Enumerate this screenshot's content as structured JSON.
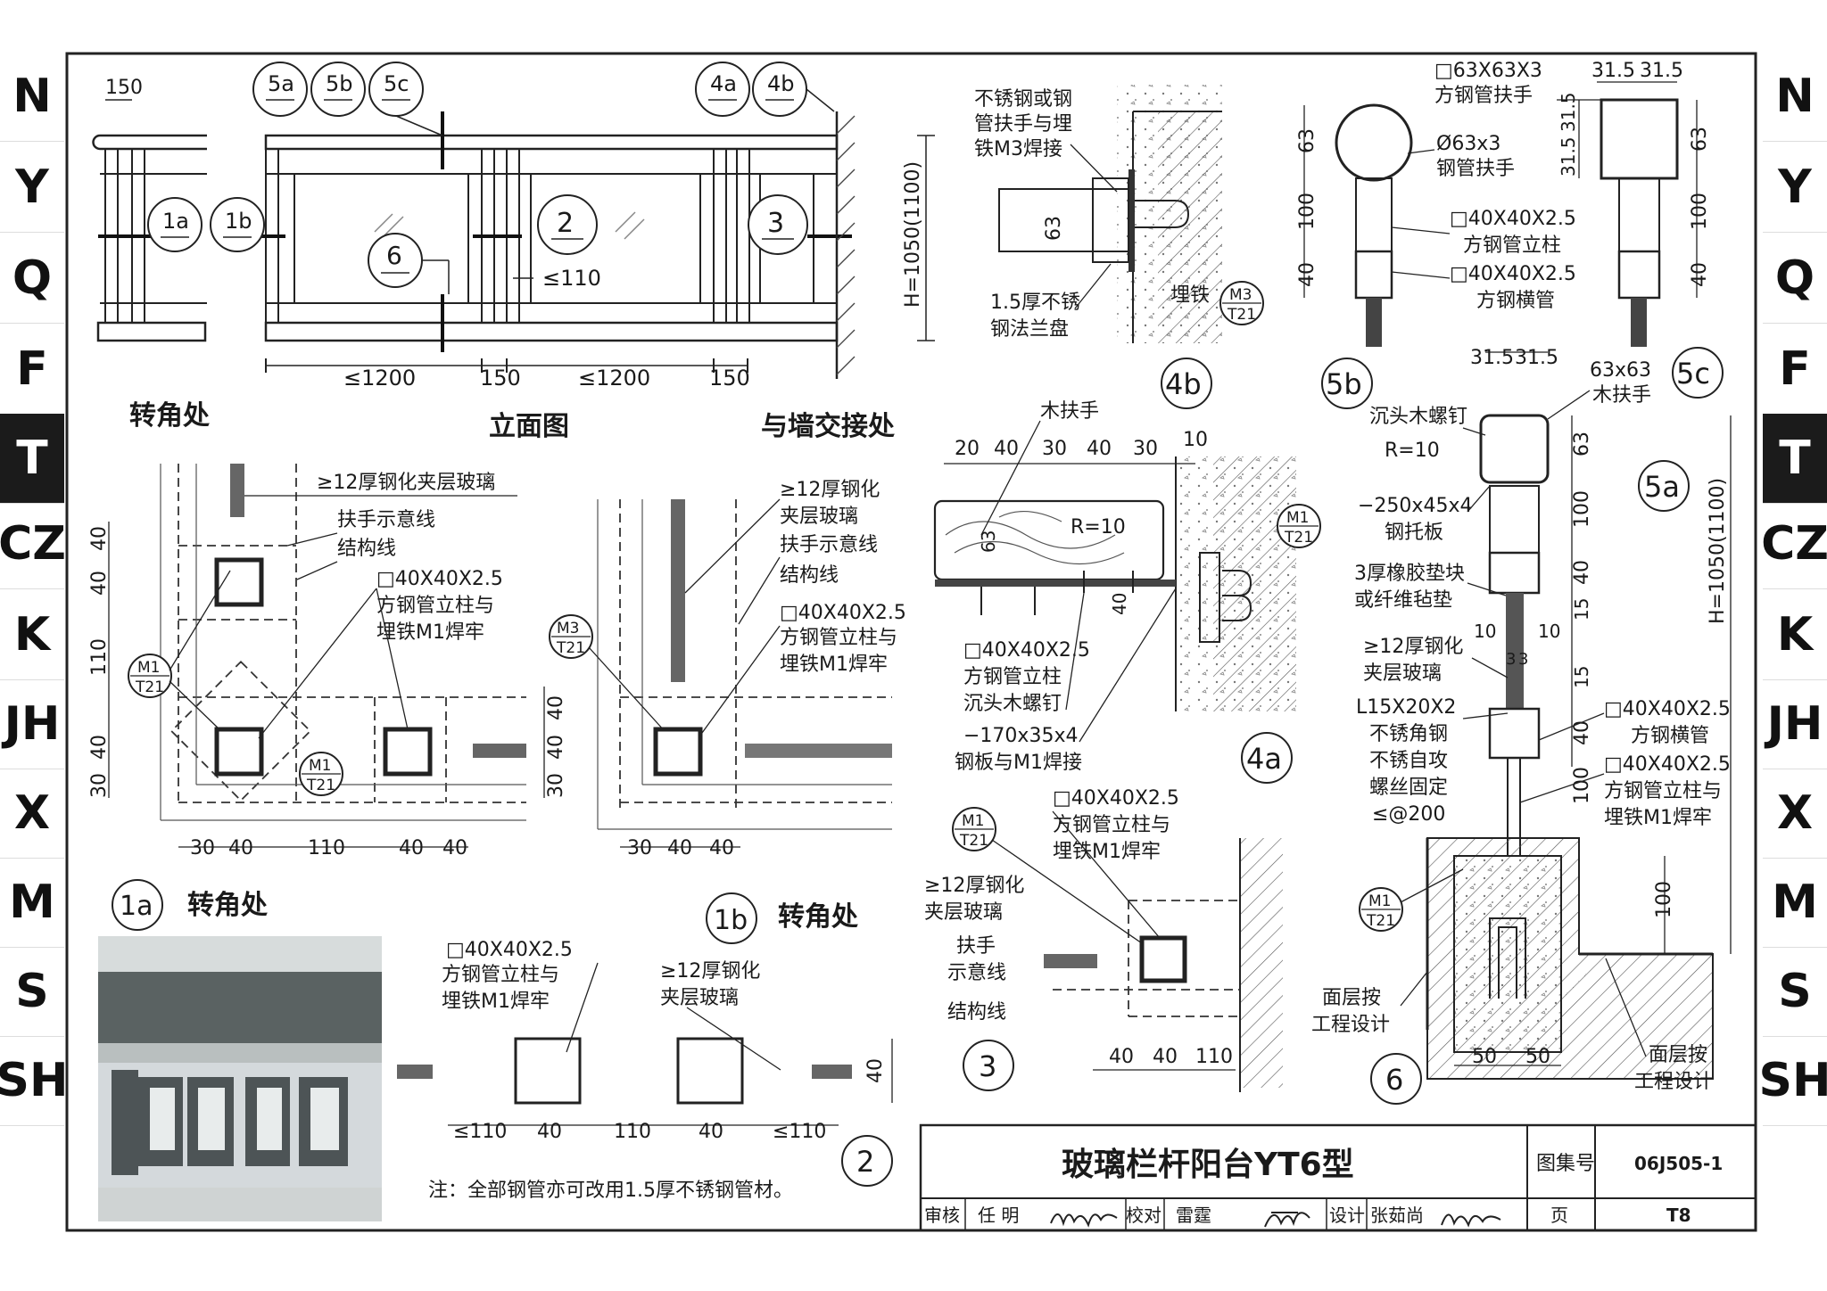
{
  "side_index": {
    "left": [
      "N",
      "Y",
      "Q",
      "F",
      "T",
      "CZ",
      "K",
      "JH",
      "X",
      "M",
      "S",
      "SH"
    ],
    "right": [
      "N",
      "Y",
      "Q",
      "F",
      "T",
      "CZ",
      "K",
      "JH",
      "X",
      "M",
      "S",
      "SH"
    ],
    "active": "T"
  },
  "elevation": {
    "corner_label": "转角处",
    "elevation_label": "立面图",
    "wall_label": "与墙交接处",
    "dim_150_top": "150",
    "dim_1200_a": "≤1200",
    "dim_150_a": "150",
    "dim_1200_b": "≤1200",
    "dim_150_b": "150",
    "dim_110": "≤110",
    "height": "H=1050(1100)",
    "bubbles": {
      "b1a": "1a",
      "b1b": "1b",
      "b2": "2",
      "b3": "3",
      "b6": "6",
      "b5a": "5a",
      "b5b": "5b",
      "b5c": "5c",
      "b4a": "4a",
      "b4b": "4b",
      "dash": "—"
    }
  },
  "detail_4b": {
    "note_handrail": [
      "不锈钢或钢",
      "管扶手与埋",
      "铁M3焊接"
    ],
    "dim_63": "63",
    "note_flange": [
      "1.5厚不锈",
      "钢法兰盘"
    ],
    "note_embed": "埋铁",
    "ref": [
      "M3",
      "T21"
    ],
    "tag": "4b"
  },
  "detail_5b": {
    "note_top": [
      "□63X63X3",
      "方钢管扶手"
    ],
    "note_round": [
      "Ø63x3",
      "钢管扶手"
    ],
    "note_post": [
      "□40X40X2.5",
      "方钢管立柱"
    ],
    "note_rail": [
      "□40X40X2.5",
      "方钢横管"
    ],
    "dims": [
      "63",
      "100",
      "40"
    ],
    "tag": "5b"
  },
  "detail_5c": {
    "dims_top": [
      "31.5",
      "31.5"
    ],
    "dims_side": [
      "31.5",
      "31.5",
      "63",
      "100",
      "40"
    ],
    "tag": "5c"
  },
  "detail_1a": {
    "notes": [
      "≥12厚钢化夹层玻璃",
      "扶手示意线",
      "结构线",
      "□40X40X2.5",
      "方钢管立柱与",
      "埋铁M1焊牢"
    ],
    "dims_left": [
      "40",
      "40",
      "110",
      "40",
      "30"
    ],
    "dims_bottom": [
      "30",
      "40",
      "110",
      "40",
      "40"
    ],
    "ref": [
      "M1",
      "T21"
    ],
    "ref2": [
      "M1",
      "T21"
    ],
    "tag": "1a",
    "label": "转角处"
  },
  "detail_1b": {
    "notes": [
      "≥12厚钢化",
      "夹层玻璃",
      "扶手示意线",
      "结构线",
      "□40X40X2.5",
      "方钢管立柱与",
      "埋铁M1焊牢"
    ],
    "dims_left": [
      "40",
      "40",
      "30"
    ],
    "dims_bottom": [
      "30",
      "40",
      "40"
    ],
    "ref": [
      "M3",
      "T21"
    ],
    "tag": "1b",
    "label": "转角处"
  },
  "detail_4a": {
    "note_wood": "木扶手",
    "dims_top": [
      "20",
      "40",
      "30",
      "40",
      "30",
      "10"
    ],
    "radius": "R=10",
    "dim_63": "63",
    "dim_40": "40",
    "ref": [
      "M1",
      "T21"
    ],
    "notes": [
      "□40X40X2.5",
      "方钢管立柱",
      "沉头木螺钉",
      "−170x35x4",
      "钢板与M1焊接"
    ],
    "tag": "4a"
  },
  "detail_5a": {
    "dims_top": [
      "31.5",
      "31.5"
    ],
    "note_wood": [
      "63x63",
      "木扶手"
    ],
    "notes": [
      "沉头木螺钉",
      "R=10",
      "−250x45x4",
      "钢托板",
      "3厚橡胶垫块",
      "或纤维毡垫",
      "≥12厚钢化",
      "夹层玻璃",
      "L15X20X2",
      "不锈角钢",
      "不锈自攻",
      "螺丝固定",
      "≤@200"
    ],
    "dims_side": [
      "63",
      "100",
      "40",
      "15",
      "15",
      "40",
      "100"
    ],
    "dims_mid": [
      "10",
      "3",
      "3",
      "10"
    ],
    "notes_right": [
      "□40X40X2.5",
      "方钢横管",
      "□40X40X2.5",
      "方钢管立柱与",
      "埋铁M1焊牢"
    ],
    "height": "H=1050(1100)",
    "tag": "5a"
  },
  "detail_3": {
    "notes": [
      "□40X40X2.5",
      "方钢管立柱与",
      "埋铁M1焊牢",
      "≥12厚钢化",
      "夹层玻璃",
      "扶手",
      "示意线",
      "结构线"
    ],
    "dims": [
      "40",
      "40",
      "110"
    ],
    "ref": [
      "M1",
      "T21"
    ],
    "tag": "3"
  },
  "detail_6": {
    "dim_100": "100",
    "dims_bottom": [
      "50",
      "50"
    ],
    "ref": [
      "M1",
      "T21"
    ],
    "note_left": [
      "面层按",
      "工程设计"
    ],
    "note_right": [
      "面层按",
      "工程设计"
    ],
    "tag": "6"
  },
  "detail_2": {
    "notes_left": [
      "□40X40X2.5",
      "方钢管立柱与",
      "埋铁M1焊牢"
    ],
    "notes_right": [
      "≥12厚钢化",
      "夹层玻璃"
    ],
    "dims": [
      "≤110",
      "40",
      "110",
      "40",
      "≤110"
    ],
    "dim_side": "40",
    "tag": "2",
    "footnote": "注：全部钢管亦可改用1.5厚不锈钢管材。"
  },
  "title_block": {
    "title": "玻璃栏杆阳台YT6型",
    "atlas_label": "图集号",
    "atlas_no": "06J505-1",
    "review_label": "审核",
    "review_name": "任  明",
    "check_label": "校对",
    "check_name": "雷霆",
    "design_label": "设计",
    "design_name": "张茹尚",
    "page_label": "页",
    "page_no": "T8"
  }
}
